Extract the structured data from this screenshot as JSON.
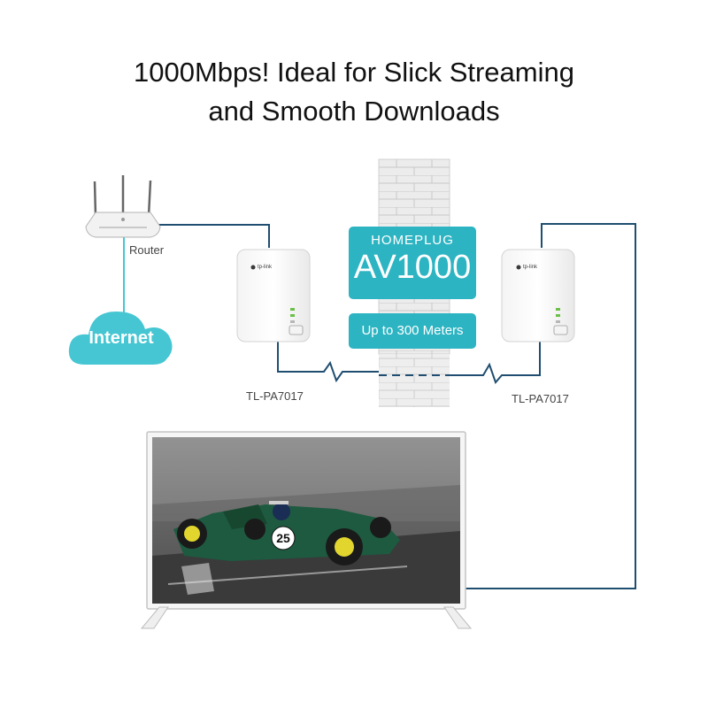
{
  "headline": {
    "line1": "1000Mbps! Ideal for Slick Streaming",
    "line2": "and Smooth Downloads"
  },
  "router": {
    "label": "Router",
    "icon": "router-icon"
  },
  "internet": {
    "label": "Internet",
    "icon": "cloud-icon"
  },
  "adapters": [
    {
      "label": "TL-PA7017",
      "brand": "tp-link"
    },
    {
      "label": "TL-PA7017",
      "brand": "tp-link"
    }
  ],
  "homeplug": {
    "title": "HOMEPLUG",
    "standard": "AV1000",
    "range": "Up to 300 Meters"
  },
  "tv": {
    "icon": "tv-icon",
    "screen": "race-car-photo",
    "car_number": "25"
  },
  "colors": {
    "accent": "#2db4c2",
    "line": "#1f4e70",
    "internet_cloud": "#45c6d2",
    "wall": "#e6e6e6"
  }
}
